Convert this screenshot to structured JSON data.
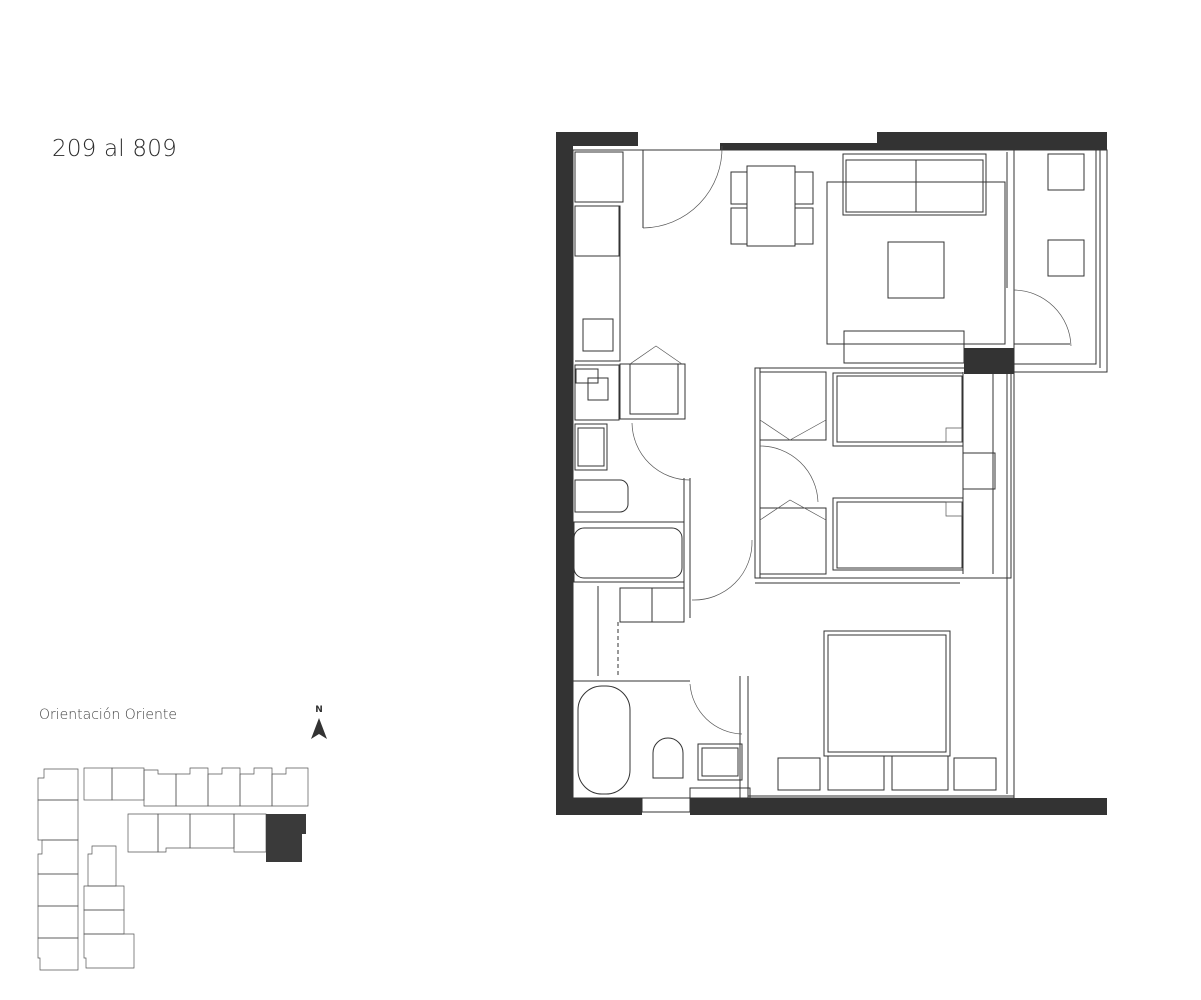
{
  "header": {
    "unit_range": "209 al 809"
  },
  "orientation": {
    "label": "Orientación Oriente",
    "north_letter": "N"
  },
  "colors": {
    "wall": "#333333",
    "highlight_unit": "#3a3a3a",
    "line": "#333333",
    "background": "#ffffff"
  }
}
